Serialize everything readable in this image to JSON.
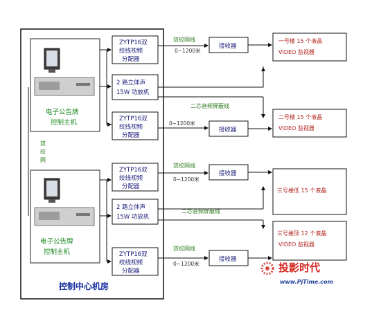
{
  "control_room_label": "控制中心机房",
  "hosts": [
    {
      "label_line1": "电子公告牌",
      "label_line2": "控制主机"
    },
    {
      "label_line1": "电子公告牌",
      "label_line2": "控制主机"
    }
  ],
  "twisted_pair_vertical": [
    "双",
    "绞",
    "网"
  ],
  "distributors": [
    {
      "line1": "ZYTP16双",
      "line2": "绞线视频",
      "line3": "分配器"
    },
    {
      "line1": "ZYTP16双",
      "line2": "绞线视频",
      "line3": "分配器"
    },
    {
      "line1": "ZYTP16双",
      "line2": "绞线视频",
      "line3": "分配器"
    },
    {
      "line1": "ZYTP16双",
      "line2": "绞线视频",
      "line3": "分配器"
    }
  ],
  "amplifiers": [
    {
      "line1": "2 路立体声",
      "line2": "15W 功放机"
    },
    {
      "line1": "2 路立体声",
      "line2": "15W 功放机"
    }
  ],
  "link_labels": [
    {
      "cable": "双绞网线",
      "distance": "0~1200米"
    },
    {
      "cable": "",
      "distance": "0~1200米"
    },
    {
      "cable": "双绞网线",
      "distance": "0~1200米"
    },
    {
      "cable": "双绞网线",
      "distance": "0~1200米"
    }
  ],
  "audio_cable_labels": [
    "二芯音频屏蔽线",
    "二芯音频屏蔽线"
  ],
  "receivers": [
    "接收器",
    "接收器",
    "接收器",
    "接收器"
  ],
  "monitors": [
    {
      "line1": "一号楼 15 个液晶",
      "line2": "VIDEO 监视器"
    },
    {
      "line1": "二号楼 15 个液晶",
      "line2": "VIDEO 监视器"
    },
    {
      "line1": "三号楼低 15 个液晶",
      "line2": ""
    },
    {
      "line1": "三号楼顶 12 个液晶",
      "line2": "VIDEO 监视器"
    }
  ],
  "watermark": {
    "brand": "投影时代",
    "url": "www.PjTime.com"
  },
  "colors": {
    "box_text": "#1b1b7a",
    "cable_text": "#2d7a1f",
    "monitor_text": "#b0221b",
    "host_text": "#1e8a22",
    "room_text": "#1a2fa0"
  }
}
